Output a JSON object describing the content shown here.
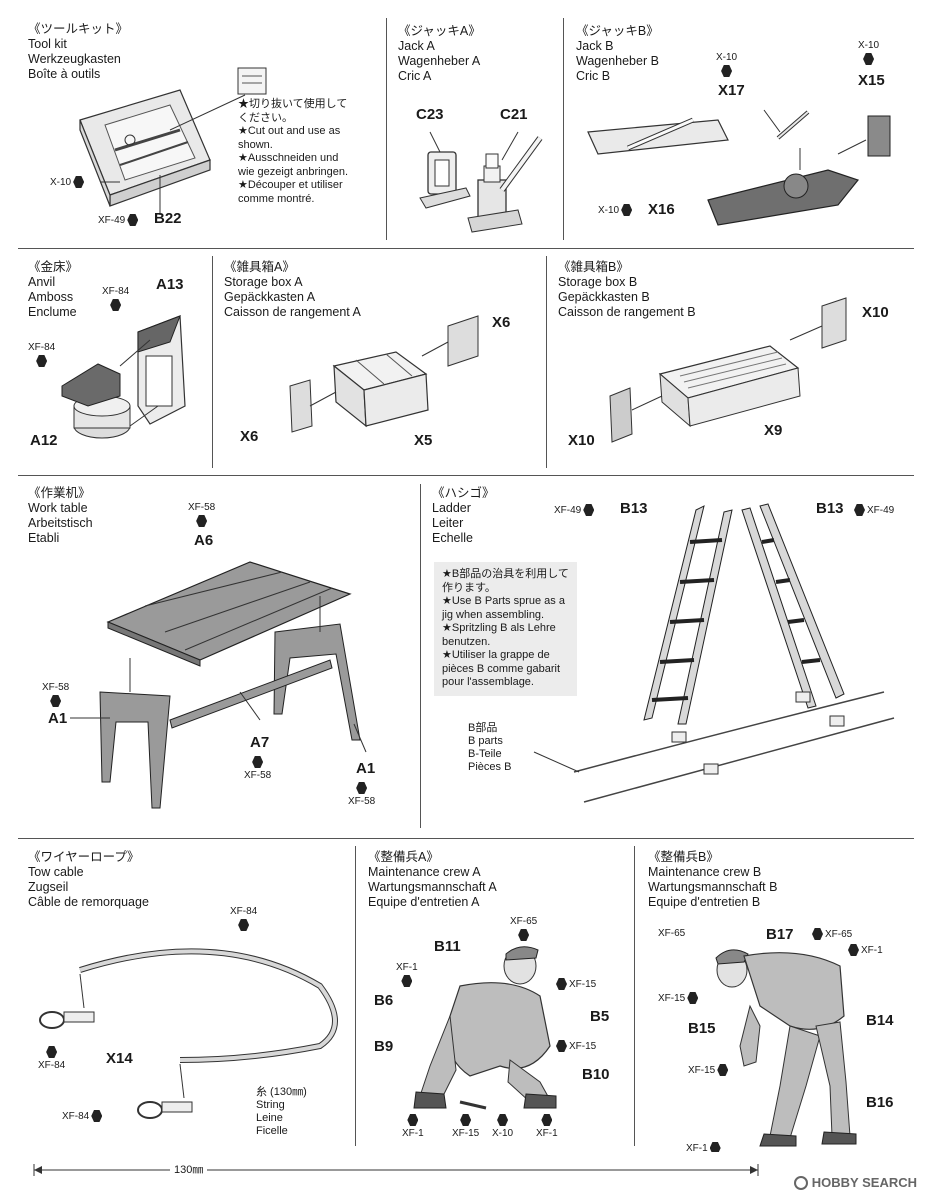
{
  "sections": {
    "tool_kit": {
      "title": [
        "《ツールキット》",
        "Tool kit",
        "Werkzeugkasten",
        "Boîte à outils"
      ],
      "note": [
        "★切り抜いて使用して",
        "ください。",
        "★Cut out and use as",
        "shown.",
        "★Ausschneiden und",
        "wie gezeigt anbringen.",
        "★Découper et utiliser",
        "comme montré."
      ],
      "paints": [
        "X-10",
        "XF-49"
      ],
      "part": "B22"
    },
    "jack_a": {
      "title": [
        "《ジャッキA》",
        "Jack A",
        "Wagenheber A",
        "Cric A"
      ],
      "parts": [
        "C23",
        "C21"
      ]
    },
    "jack_b": {
      "title": [
        "《ジャッキB》",
        "Jack B",
        "Wagenheber B",
        "Cric B"
      ],
      "parts": [
        "X17",
        "X15",
        "X16"
      ],
      "paints": [
        "X-10",
        "X-10",
        "X-10"
      ]
    },
    "anvil": {
      "title": [
        "《金床》",
        "Anvil",
        "Amboss",
        "Enclume"
      ],
      "parts": [
        "A13",
        "A12"
      ],
      "paints": [
        "XF-84",
        "XF-84"
      ]
    },
    "storage_a": {
      "title": [
        "《雑具箱A》",
        "Storage box A",
        "Gepäckkasten A",
        "Caisson de rangement A"
      ],
      "parts": [
        "X6",
        "X6",
        "X5"
      ]
    },
    "storage_b": {
      "title": [
        "《雑具箱B》",
        "Storage box B",
        "Gepäckkasten B",
        "Caisson de rangement B"
      ],
      "parts": [
        "X10",
        "X10",
        "X9"
      ]
    },
    "work_table": {
      "title": [
        "《作業机》",
        "Work table",
        "Arbeitstisch",
        "Etabli"
      ],
      "parts": [
        "A6",
        "A1",
        "A7",
        "A1"
      ],
      "paints": [
        "XF-58",
        "XF-58",
        "XF-58",
        "XF-58"
      ]
    },
    "ladder": {
      "title": [
        "《ハシゴ》",
        "Ladder",
        "Leiter",
        "Echelle"
      ],
      "parts": [
        "B13",
        "B13"
      ],
      "paints": [
        "XF-49",
        "XF-49"
      ],
      "note": [
        "★B部品の治具を利用して",
        "作ります。",
        "★Use B Parts sprue as a",
        "jig when assembling.",
        "★Spritzling B als Lehre",
        "benutzen.",
        "★Utiliser la grappe de",
        "pièces B comme gabarit",
        "pour l'assemblage."
      ],
      "sprue": [
        "B部品",
        "B parts",
        "B-Teile",
        "Pièces B"
      ]
    },
    "tow_cable": {
      "title": [
        "《ワイヤーロープ》",
        "Tow cable",
        "Zugseil",
        "Câble de remorquage"
      ],
      "parts": [
        "X14"
      ],
      "paints": [
        "XF-84",
        "XF-84",
        "XF-84"
      ],
      "string": [
        "糸 (130㎜)",
        "String",
        "Leine",
        "Ficelle"
      ],
      "length": "130㎜"
    },
    "crew_a": {
      "title": [
        "《整備兵A》",
        "Maintenance crew A",
        "Wartungsmannschaft A",
        "Equipe d'entretien A"
      ],
      "parts": [
        "B11",
        "B6",
        "B9",
        "B5",
        "B10"
      ],
      "paints": [
        "XF-65",
        "XF-1",
        "XF-15",
        "XF-15",
        "XF-1",
        "XF-15",
        "X-10",
        "XF-1"
      ]
    },
    "crew_b": {
      "title": [
        "《整備兵B》",
        "Maintenance crew B",
        "Wartungsmannschaft B",
        "Equipe d'entretien B"
      ],
      "parts": [
        "B17",
        "B15",
        "B14",
        "B16"
      ],
      "paints": [
        "XF-65",
        "XF-65",
        "XF-1",
        "XF-15",
        "XF-15",
        "XF-1"
      ]
    }
  },
  "watermark": "HOBBY SEARCH"
}
